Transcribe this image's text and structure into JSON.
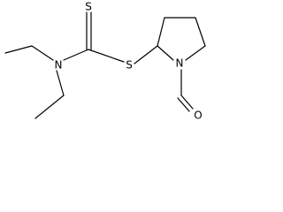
{
  "molecule": {
    "atoms": {
      "s_thione": "S",
      "s_thioether": "S",
      "n_amine": "N",
      "n_ring": "N",
      "o_nitroso": "O"
    }
  },
  "colors": {
    "bond": "#000000",
    "label": "#000000",
    "background": "#ffffff"
  }
}
